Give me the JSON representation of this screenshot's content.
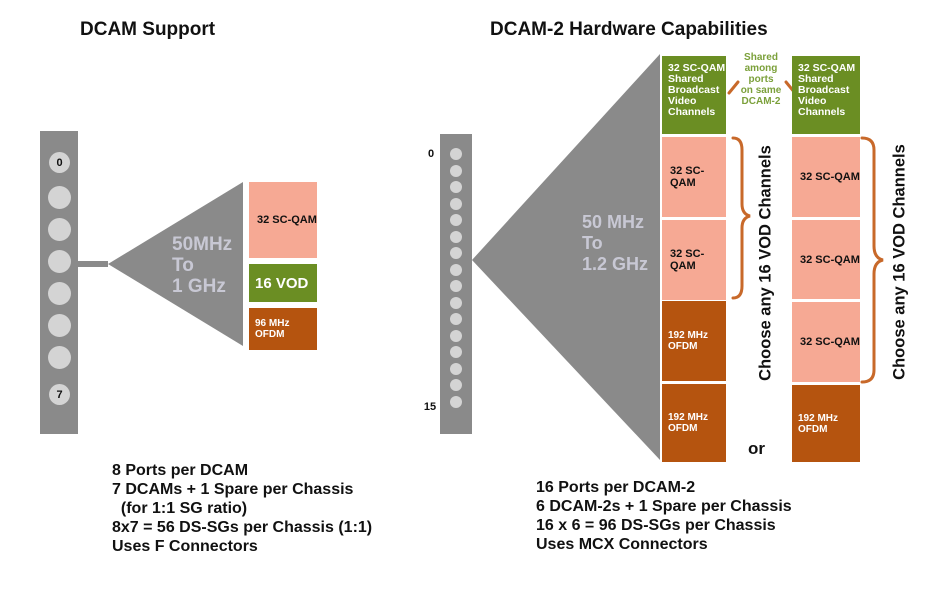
{
  "left": {
    "title": "DCAM Support",
    "port_first": "0",
    "port_last": "7",
    "freq": [
      "50MHz",
      "To",
      "1 GHz"
    ],
    "sc_qam": "32 SC-QAM",
    "vod": "16 VOD",
    "ofdm": [
      "96 MHz",
      "OFDM"
    ],
    "notes": [
      "8 Ports per DCAM",
      "7 DCAMs + 1 Spare per Chassis",
      "  (for 1:1 SG ratio)",
      "8x7 = 56 DS-SGs per Chassis (1:1)",
      "Uses F Connectors"
    ]
  },
  "right": {
    "title": "DCAM-2 Hardware Capabilities",
    "port_first": "0",
    "port_last": "15",
    "freq": [
      "50 MHz",
      "To",
      "1.2 GHz"
    ],
    "shared_box": [
      "32 SC-QAM",
      "Shared",
      "Broadcast",
      "Video",
      "Channels"
    ],
    "shared_note": [
      "Shared",
      "among",
      "ports",
      "on same",
      "DCAM-2"
    ],
    "sc_qam": "32 SC-QAM",
    "ofdm": [
      "192 MHz",
      "OFDM"
    ],
    "vod_label": "Choose any 16 VOD Channels",
    "or_label": "or",
    "notes": [
      "16 Ports per DCAM-2",
      "6 DCAM-2s + 1 Spare per Chassis",
      "16 x 6 = 96 DS-SGs per Chassis",
      "Uses MCX Connectors"
    ]
  },
  "colors": {
    "rail": "#8a8a8a",
    "sc_qam": "#f6a994",
    "ofdm": "#b5540f",
    "green": "#6b8e23",
    "bracket": "#c8692a",
    "note_text": "#7ba03a"
  }
}
